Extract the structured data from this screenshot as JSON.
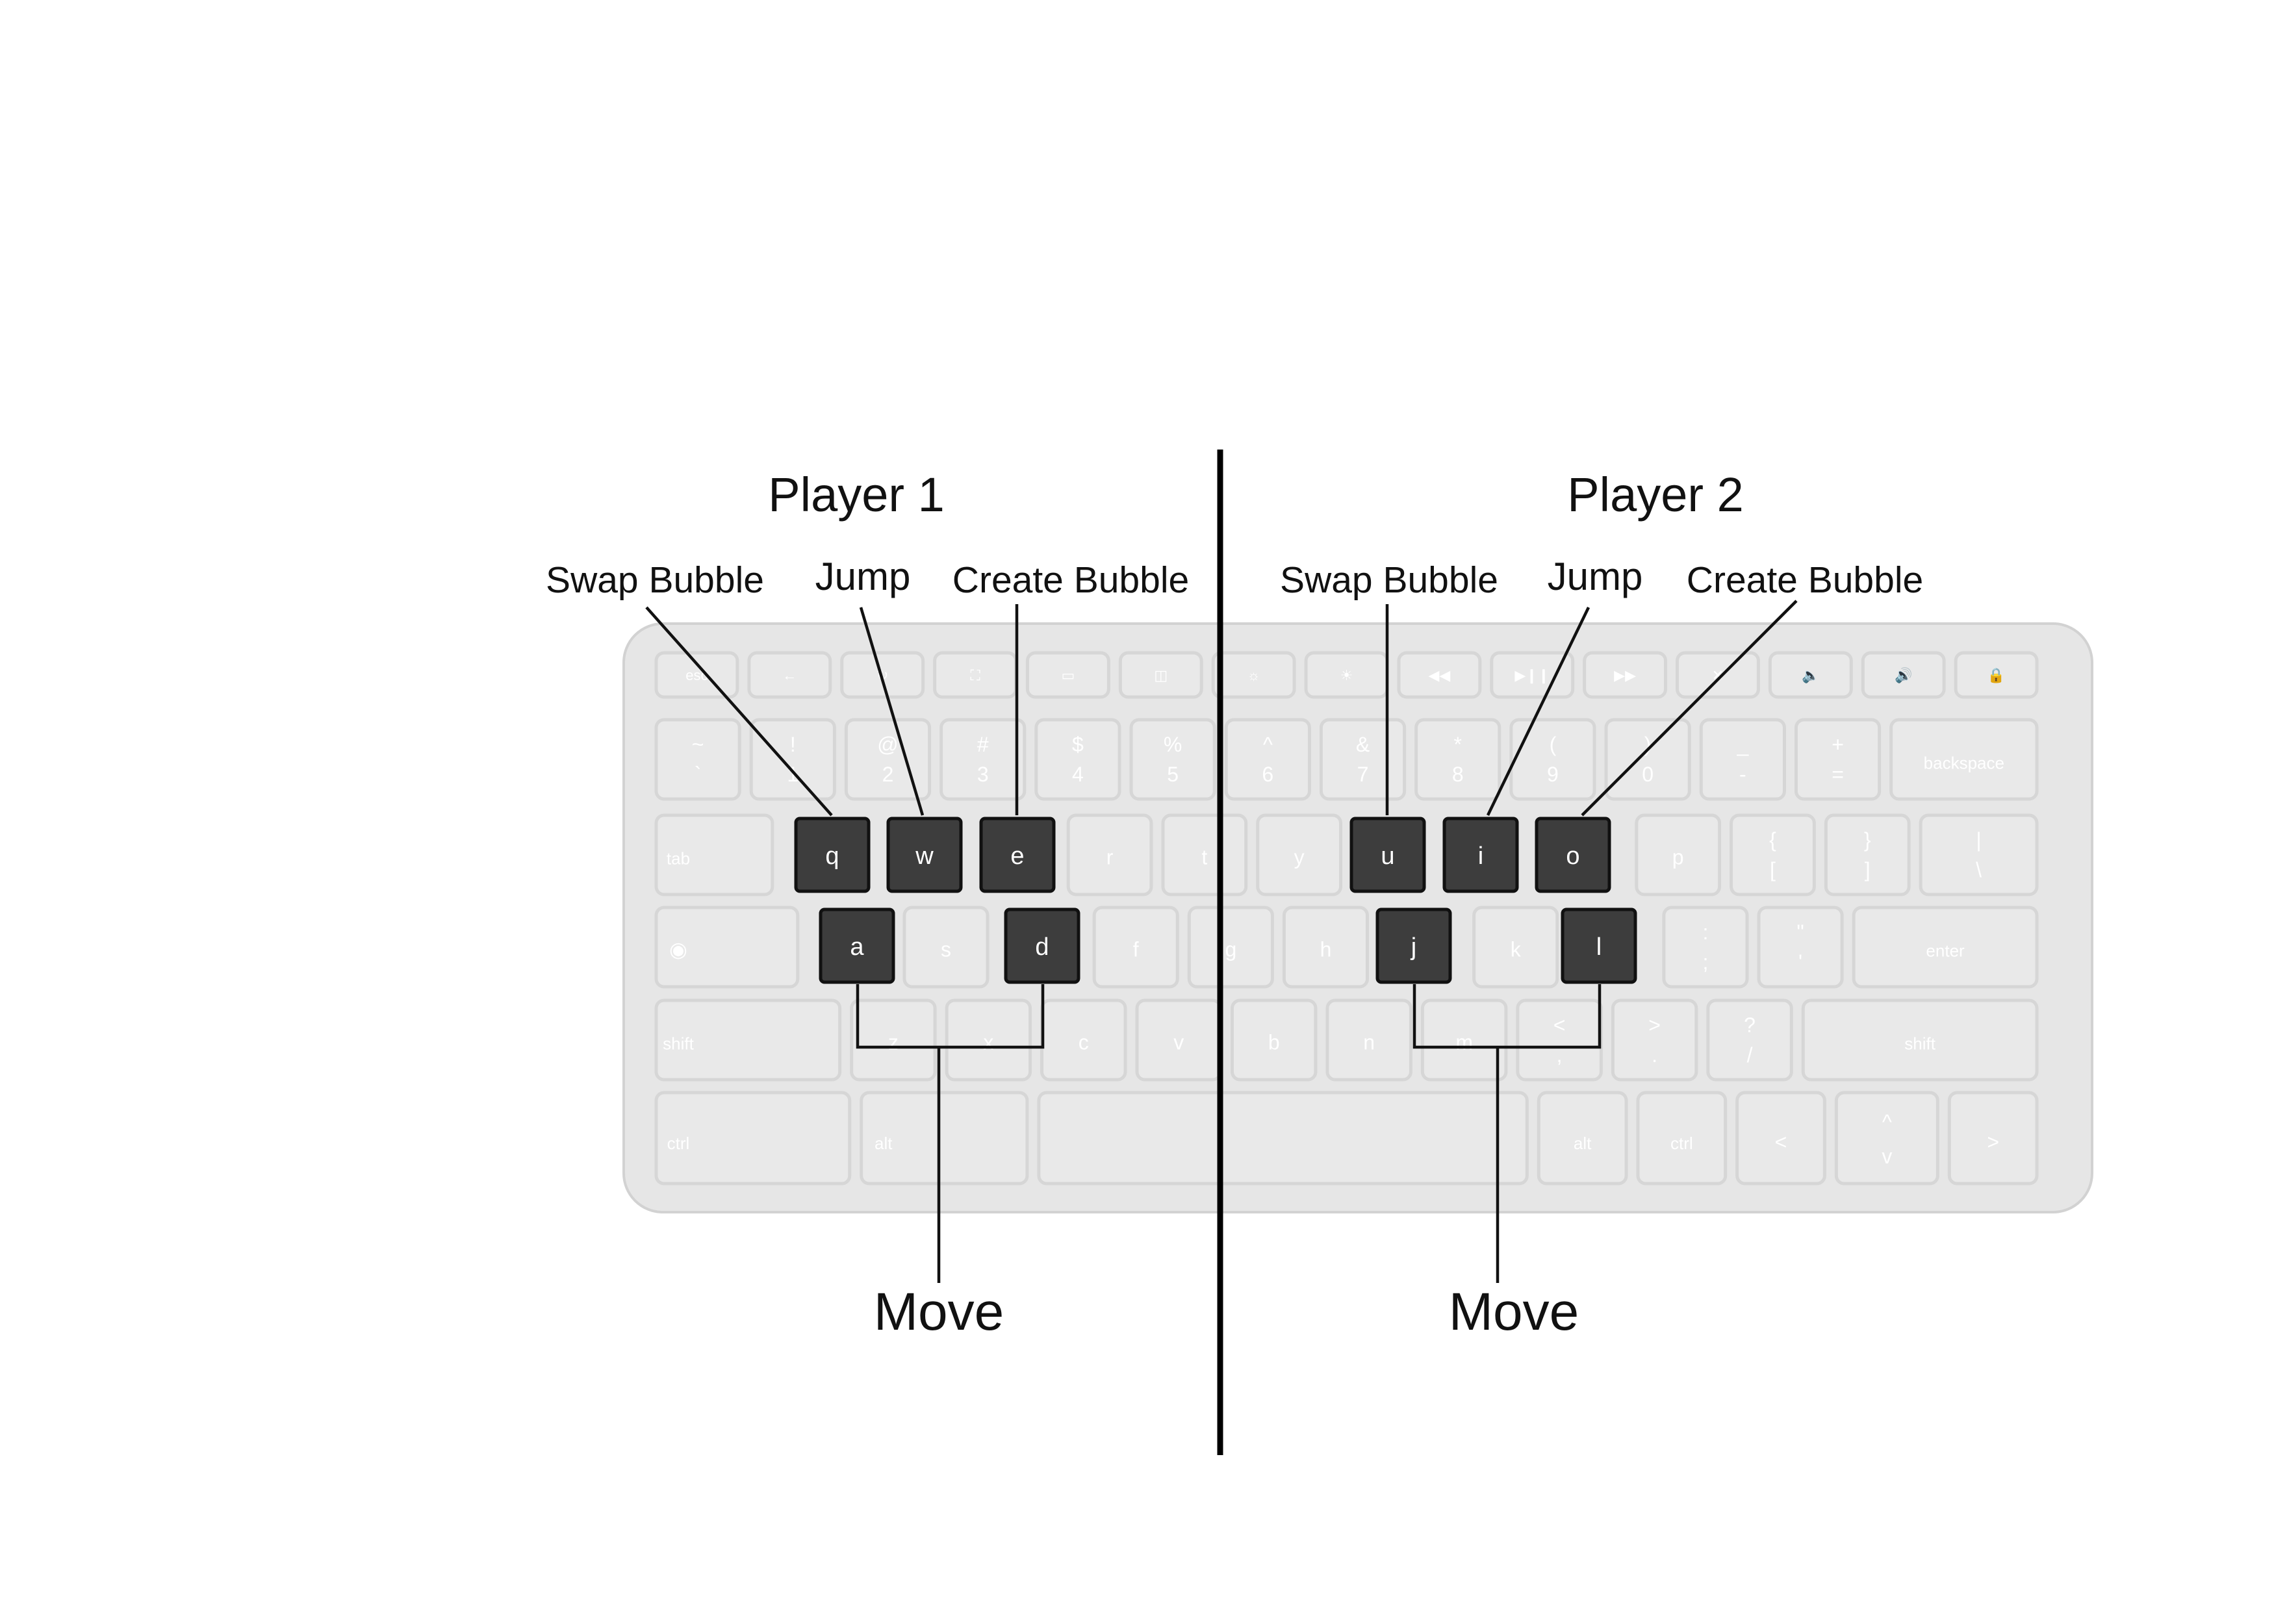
{
  "players": [
    {
      "title": "Player 1",
      "actions": {
        "swap": "Swap Bubble",
        "jump": "Jump",
        "create": "Create Bubble",
        "move": "Move"
      },
      "keys": {
        "swap": "q",
        "jump": "w",
        "create": "e",
        "move_left": "a",
        "move_right": "d"
      }
    },
    {
      "title": "Player 2",
      "actions": {
        "swap": "Swap Bubble",
        "jump": "Jump",
        "create": "Create Bubble",
        "move": "Move"
      },
      "keys": {
        "swap": "u",
        "jump": "i",
        "create": "o",
        "move_left": "j",
        "move_right": "l"
      }
    }
  ],
  "keyboard": {
    "rows": [
      [
        "esc",
        "←",
        "↻",
        "⛶",
        "▭",
        "◫",
        "☼",
        "☀",
        "◀◀",
        "▶❙❙",
        "▶▶",
        "✕",
        "🔈",
        "🔊",
        "🔒"
      ],
      [
        "~ `",
        "! 1",
        "@ 2",
        "# 3",
        "$ 4",
        "% 5",
        "^ 6",
        "& 7",
        "* 8",
        "( 9",
        ") 0",
        "_ -",
        "+ =",
        "backspace"
      ],
      [
        "tab",
        "q",
        "w",
        "e",
        "r",
        "t",
        "y",
        "u",
        "i",
        "o",
        "p",
        "{ [",
        "} ]",
        "| \\"
      ],
      [
        "◉",
        "a",
        "s",
        "d",
        "f",
        "g",
        "h",
        "j",
        "k",
        "l",
        ": ;",
        "\" '",
        "enter"
      ],
      [
        "shift",
        "z",
        "x",
        "c",
        "v",
        "b",
        "n",
        "m",
        "< ,",
        "> .",
        "? /",
        "shift"
      ],
      [
        "ctrl",
        "alt",
        "",
        "alt",
        "ctrl",
        "<",
        "^ v",
        ">"
      ]
    ]
  },
  "colors": {
    "highlight_key": "#3d3d3d",
    "keyboard": "#e6e6e6",
    "divider": "#000000"
  }
}
